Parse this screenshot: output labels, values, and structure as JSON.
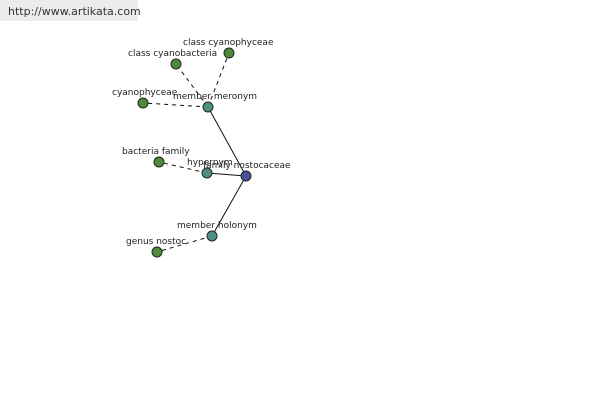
{
  "banner": {
    "url": "http://www.artikata.com"
  },
  "colors": {
    "center": "#4a4f9e",
    "relation": "#4f8f86",
    "leaf": "#4f8a3c"
  },
  "graph": {
    "center": {
      "id": "c",
      "label": "family nostocaceae"
    },
    "relations": [
      {
        "id": "r1",
        "label": "member meronym"
      },
      {
        "id": "r2",
        "label": "hypernym"
      },
      {
        "id": "r3",
        "label": "member holonym"
      }
    ],
    "leaves": [
      {
        "id": "l1",
        "label": "class cyanophyceae",
        "relation": "r1"
      },
      {
        "id": "l2",
        "label": "class cyanobacteria",
        "relation": "r1"
      },
      {
        "id": "l3",
        "label": "cyanophyceae",
        "relation": "r1"
      },
      {
        "id": "l4",
        "label": "bacteria family",
        "relation": "r2"
      },
      {
        "id": "l5",
        "label": "genus nostoc",
        "relation": "r3"
      }
    ]
  }
}
